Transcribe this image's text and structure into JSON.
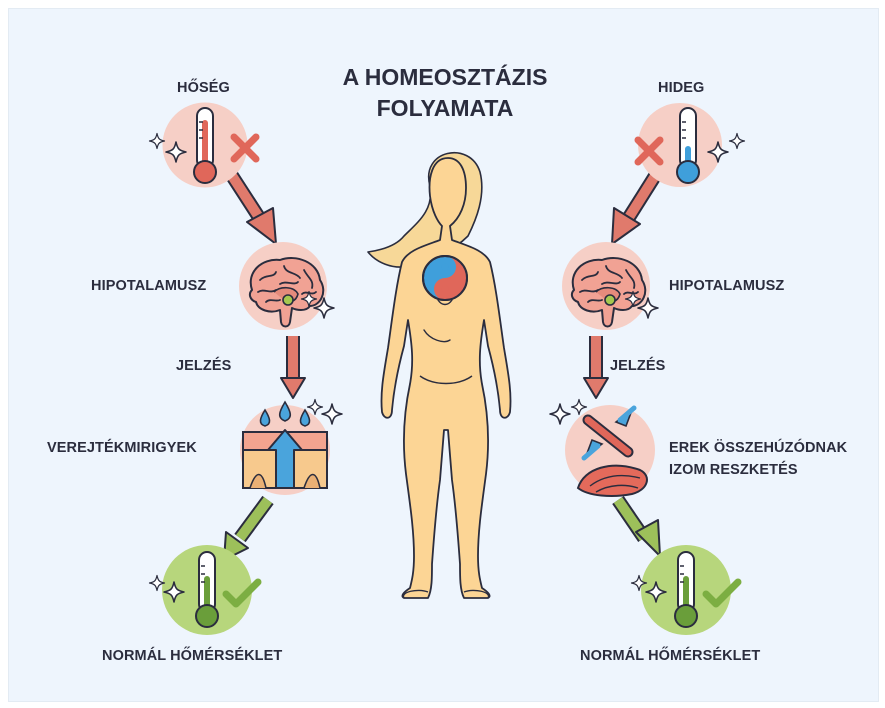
{
  "title_line1": "A HOMEOSZTÁZIS",
  "title_line2": "FOLYAMATA",
  "left": {
    "top_label": "HŐSÉG",
    "brain_label": "HIPOTALAMUSZ",
    "signal_label": "JELZÉS",
    "response_label": "VEREJTÉKMIRIGYEK",
    "result_label": "NORMÁL HŐMÉRSÉKLET"
  },
  "right": {
    "top_label": "HIDEG",
    "brain_label": "HIPOTALAMUSZ",
    "signal_label": "JELZÉS",
    "response_label_line1": "EREK ÖSSZEHÚZÓDNAK",
    "response_label_line2": "IZOM RESZKETÉS",
    "result_label": "NORMÁL HŐMÉRSÉKLET"
  },
  "colors": {
    "background": "#eef5fd",
    "text": "#2b2d3e",
    "arrow_red": "#e07a6c",
    "arrow_green": "#9dc05a",
    "circle_red": "#f6cfc6",
    "circle_green": "#b7d67c",
    "body": "#fcd595",
    "hair": "#f7d898"
  },
  "icons": [
    "thermometer-hot-icon",
    "thermometer-cold-icon",
    "thermometer-normal-icon",
    "x-mark-icon",
    "check-mark-icon",
    "brain-icon",
    "sweat-gland-icon",
    "vessel-muscle-icon",
    "yin-yang-icon",
    "sparkle-icon"
  ]
}
